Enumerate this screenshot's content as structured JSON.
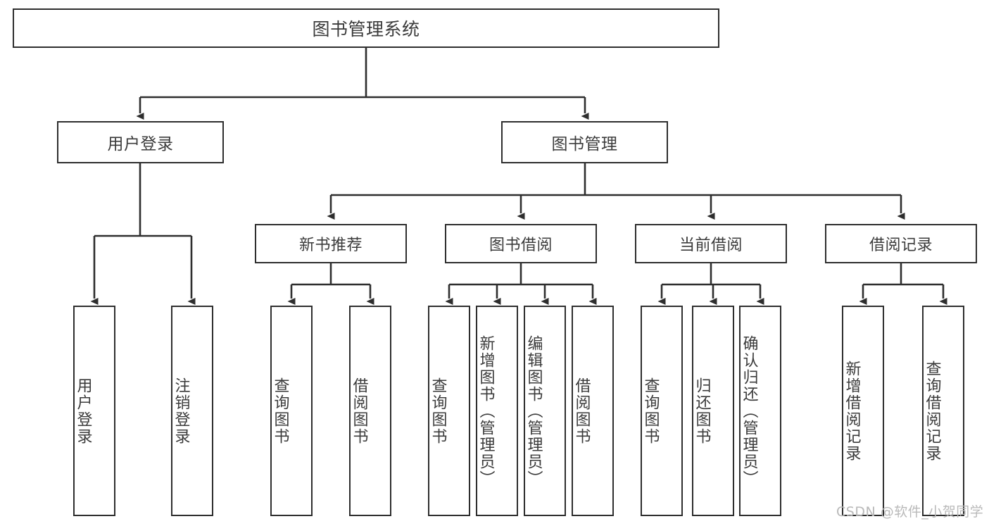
{
  "diagram": {
    "title": "图书管理系统",
    "root": {
      "label": "图书管理系统"
    },
    "level1": [
      {
        "label": "用户登录"
      },
      {
        "label": "图书管理"
      }
    ],
    "level2": [
      {
        "label": "新书推荐"
      },
      {
        "label": "图书借阅"
      },
      {
        "label": "当前借阅"
      },
      {
        "label": "借阅记录"
      }
    ],
    "leaves": [
      {
        "label": "用户登录"
      },
      {
        "label": "注销登录"
      },
      {
        "label": "查询图书"
      },
      {
        "label": "借阅图书"
      },
      {
        "label": "查询图书"
      },
      {
        "label": "新增图书（管理员）"
      },
      {
        "label": "编辑图书（管理员）"
      },
      {
        "label": "借阅图书"
      },
      {
        "label": "查询图书"
      },
      {
        "label": "归还图书"
      },
      {
        "label": "确认归还（管理员）"
      },
      {
        "label": "新增借阅记录"
      },
      {
        "label": "查询借阅记录"
      }
    ]
  },
  "watermark": {
    "text": "CSDN @软件_小贺同学"
  },
  "colors": {
    "stroke": "#2e2e2e",
    "text": "#3b3b3b",
    "background": "#ffffff",
    "watermark": "#b9b9b9"
  }
}
